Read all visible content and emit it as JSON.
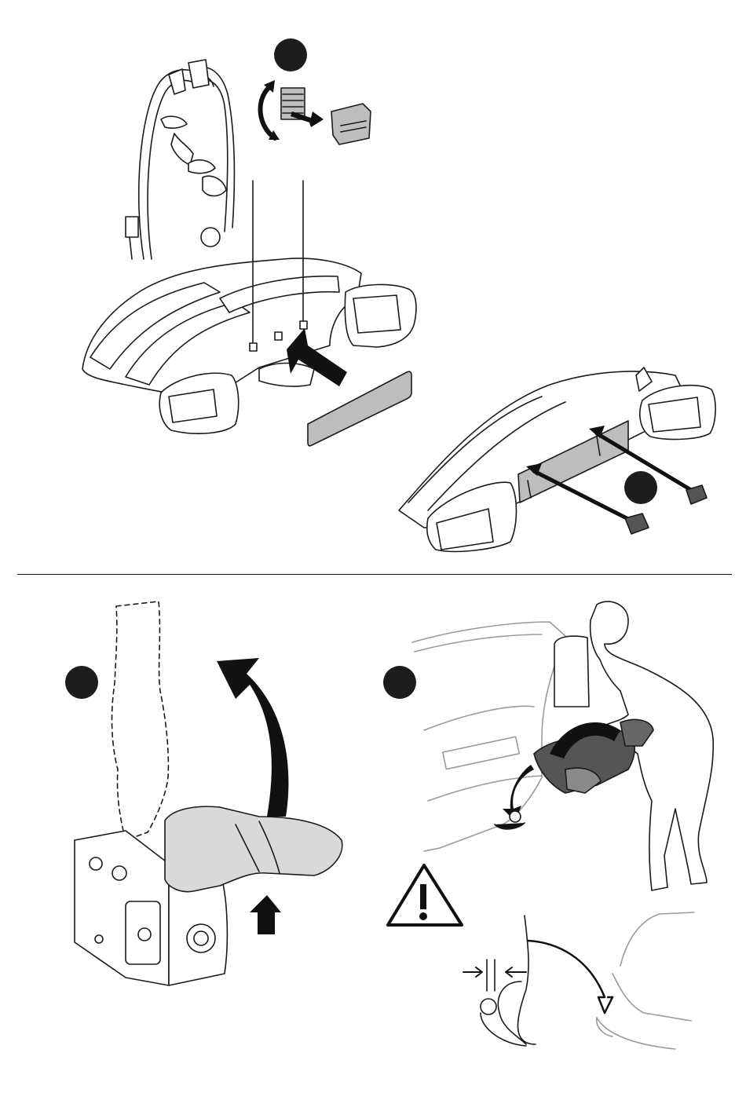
{
  "steps": [
    {
      "id": "step-1",
      "number": ""
    },
    {
      "id": "step-2",
      "number": ""
    },
    {
      "id": "step-3",
      "number": ""
    },
    {
      "id": "step-4",
      "number": ""
    }
  ],
  "icons": {
    "warning": "warning-triangle-icon",
    "up_arrow": "up-arrow-icon",
    "curved_arrow": "curved-arrow-icon",
    "plate_arrow": "insert-arrow-icon"
  },
  "colors": {
    "line": "#1a1a1a",
    "fill_grey": "#bdbdbd",
    "fill_light": "#d9d9d9",
    "arrow": "#111111",
    "car_outline": "#9a9a9a",
    "badge": "#1d1d1d"
  }
}
